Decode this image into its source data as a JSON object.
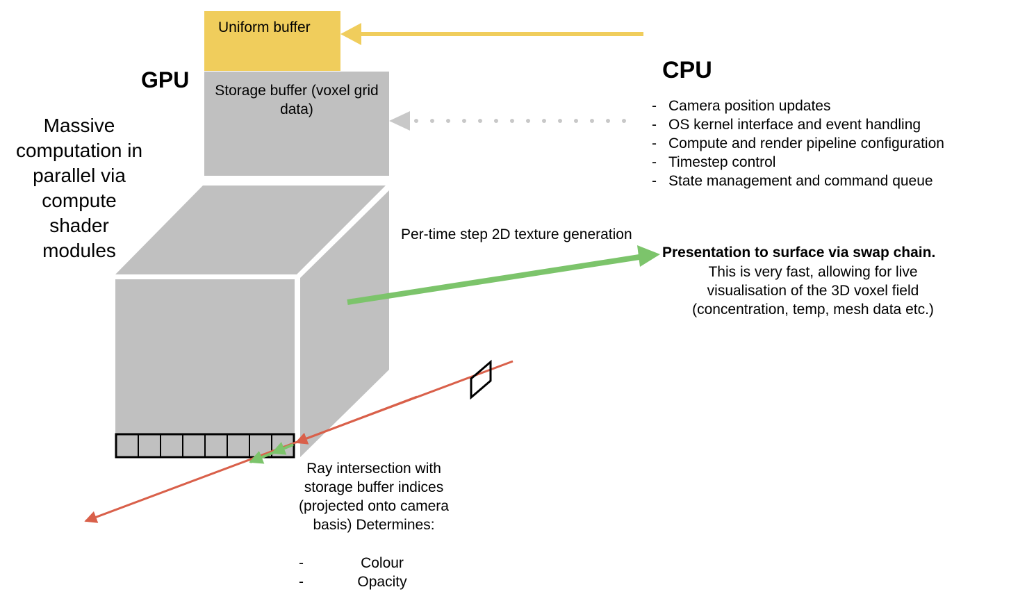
{
  "labels": {
    "uniform_buffer": "Uniform buffer",
    "storage_buffer": "Storage buffer (voxel grid data)",
    "gpu": "GPU",
    "cpu": "CPU",
    "massive_computation": "Massive computation in parallel via compute shader modules",
    "per_time_step": "Per-time step 2D texture generation",
    "presentation_title": "Presentation to surface via swap chain.",
    "presentation_body": "This is very fast, allowing for live visualisation of the 3D voxel field (concentration, temp, mesh data etc.)",
    "ray_intersection": "Ray intersection with storage buffer indices (projected onto camera basis) Determines:"
  },
  "cpu_tasks": [
    "Camera position updates",
    "OS kernel interface and event handling",
    "Compute and render pipeline configuration",
    "Timestep control",
    "State management and command queue"
  ],
  "determines": [
    "Colour",
    "Opacity"
  ],
  "colors": {
    "uniform_buffer": "#f0cd5c",
    "storage_buffer": "#c0c0c0",
    "cube": "#c0c0c0",
    "uniform_arrow": "#f0cd5c",
    "dotted_arrow": "#c8c8c8",
    "texture_arrow": "#7cc46b",
    "ray": "#d9604a",
    "sample_arrow": "#7cc46b"
  },
  "icons": {
    "cpu_list_marker": "dash",
    "camera_pixel": "parallelogram-outline"
  }
}
